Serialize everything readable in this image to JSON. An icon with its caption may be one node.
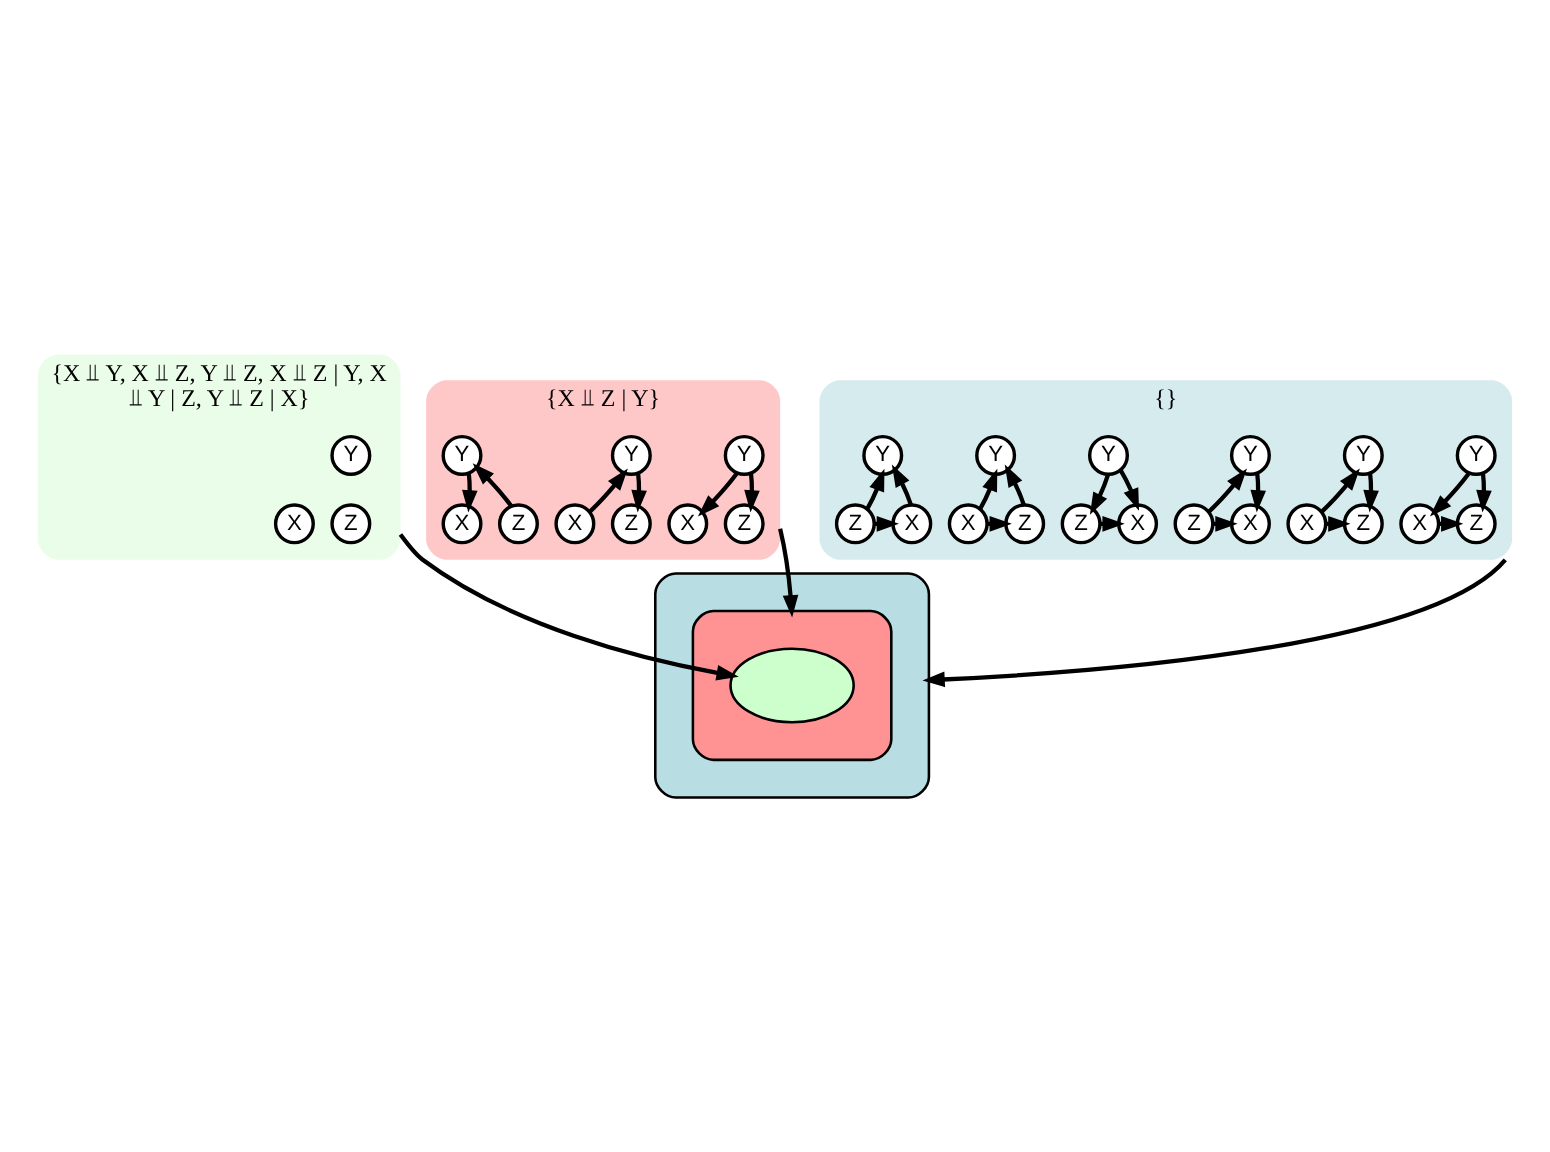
{
  "diagram": {
    "nodes": [
      {
        "text": [
          "{X ⫫ Y, X ⫫ Z, Y ⫫ Z, X ⫫ Z | Y, X ⫫ Y | Z, Y ⫫ Z | X}"
        ]
      },
      {
        "text": [
          "Y"
        ],
        "in": 0
      },
      {
        "text": [
          "X"
        ],
        "in": 0
      },
      {
        "text": [
          "Z"
        ],
        "in": 0
      },
      {
        "text": [
          "{X ⫫ Z | Y}"
        ]
      },
      {
        "text": [
          "Y"
        ],
        "in": 4
      },
      {
        "text": [
          "X"
        ],
        "in": 4
      },
      {
        "text": [
          "Z"
        ],
        "in": 4
      },
      {
        "text": [
          "Y"
        ],
        "in": 4
      },
      {
        "text": [
          "X"
        ],
        "in": 4
      },
      {
        "text": [
          "Z"
        ],
        "in": 4
      },
      {
        "text": [
          "Y"
        ],
        "in": 4
      },
      {
        "text": [
          "X"
        ],
        "in": 4
      },
      {
        "text": [
          "Z"
        ],
        "in": 4
      },
      {
        "text": [
          "{}"
        ]
      },
      {
        "text": [
          "Y"
        ],
        "in": 14
      },
      {
        "text": [
          "X"
        ],
        "in": 14
      },
      {
        "text": [
          "Z"
        ],
        "in": 14
      },
      {
        "text": [
          "Y"
        ],
        "in": 14
      },
      {
        "text": [
          "X"
        ],
        "in": 14
      },
      {
        "text": [
          "Z"
        ],
        "in": 14
      },
      {
        "text": [
          "Y"
        ],
        "in": 14
      },
      {
        "text": [
          "X"
        ],
        "in": 14
      },
      {
        "text": [
          "Z"
        ],
        "in": 14
      },
      {
        "text": [
          "Y"
        ],
        "in": 14
      },
      {
        "text": [
          "X"
        ],
        "in": 14
      },
      {
        "text": [
          "Z"
        ],
        "in": 14
      },
      {
        "text": [
          "Y"
        ],
        "in": 14
      },
      {
        "text": [
          "X"
        ],
        "in": 14
      },
      {
        "text": [
          "Z"
        ],
        "in": 14
      },
      {
        "text": [
          "Y"
        ],
        "in": 14
      },
      {
        "text": [
          "X"
        ],
        "in": 14
      },
      {
        "text": [
          "Z"
        ],
        "in": 14
      },
      {
        "text": [],
        "shape": "blob"
      },
      {
        "text": [],
        "shape": "blob",
        "in": 33
      },
      {
        "text": [],
        "shape": "blob",
        "in": 34
      }
    ],
    "edges": [
      {
        "from": 0,
        "to": 35,
        "arrow": "to"
      },
      {
        "from": 4,
        "to": 34,
        "arrow": "to"
      },
      {
        "from": 14,
        "to": 33,
        "arrow": "to"
      },
      {
        "from": 5,
        "to": 6,
        "arrow": "to"
      },
      {
        "from": 5,
        "to": 7,
        "arrow": "to"
      },
      {
        "from": 9,
        "to": 8,
        "arrow": "to"
      },
      {
        "from": 8,
        "to": 10,
        "arrow": "to"
      },
      {
        "from": 11,
        "to": 12,
        "arrow": "to"
      },
      {
        "from": 13,
        "to": 11,
        "arrow": "to"
      },
      {
        "from": 15,
        "to": 16,
        "arrow": "to"
      },
      {
        "from": 15,
        "to": 17,
        "arrow": "to"
      },
      {
        "from": 16,
        "to": 17,
        "arrow": "to"
      },
      {
        "from": 19,
        "to": 18,
        "arrow": "to"
      },
      {
        "from": 18,
        "to": 20,
        "arrow": "to"
      },
      {
        "from": 19,
        "to": 20,
        "arrow": "to"
      },
      {
        "from": 21,
        "to": 22,
        "arrow": "to"
      },
      {
        "from": 23,
        "to": 21,
        "arrow": "to"
      },
      {
        "from": 23,
        "to": 22,
        "arrow": "to"
      },
      {
        "from": 24,
        "to": 25,
        "arrow": "to"
      },
      {
        "from": 24,
        "to": 26,
        "arrow": "to"
      },
      {
        "from": 26,
        "to": 25,
        "arrow": "to"
      },
      {
        "from": 28,
        "to": 27,
        "arrow": "to"
      },
      {
        "from": 29,
        "to": 27,
        "arrow": "to"
      },
      {
        "from": 28,
        "to": 29,
        "arrow": "to"
      },
      {
        "from": 31,
        "to": 30,
        "arrow": "to"
      },
      {
        "from": 32,
        "to": 30,
        "arrow": "to"
      },
      {
        "from": 32,
        "to": 31,
        "arrow": "to"
      }
    ]
  }
}
